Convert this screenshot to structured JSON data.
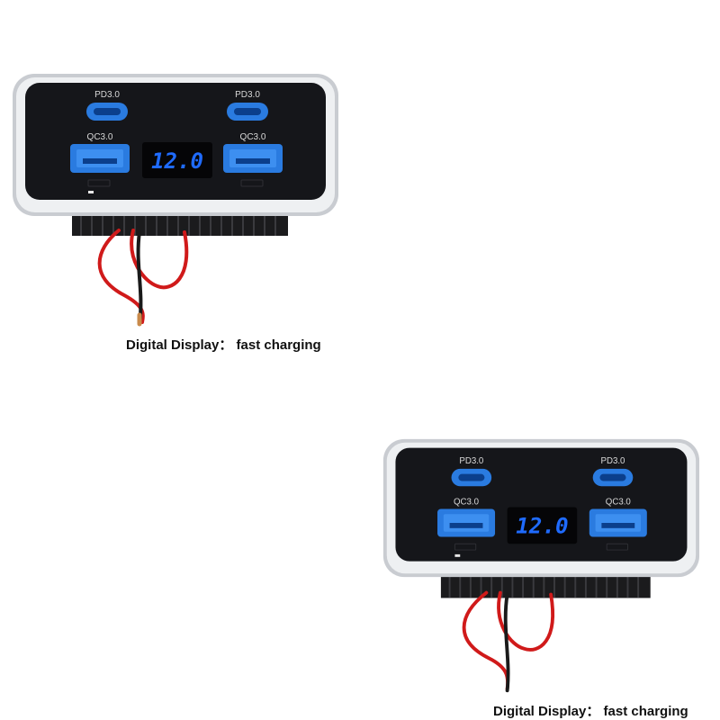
{
  "products": [
    {
      "pd_left": "PD3.0",
      "pd_right": "PD3.0",
      "qc_left": "QC3.0",
      "qc_right": "QC3.0",
      "display": "12.0",
      "caption": "Digital Display：  fast charging"
    },
    {
      "pd_left": "PD3.0",
      "pd_right": "PD3.0",
      "qc_left": "QC3.0",
      "qc_right": "QC3.0",
      "display": "12.0",
      "caption": "Digital Display：  fast charging"
    }
  ],
  "colors": {
    "port_blue": "#2a7be0",
    "display_blue": "#1f6bff",
    "panel": "#15161a",
    "chrome": "#c9ccd1",
    "wire_red": "#d01a1a",
    "wire_black": "#1a1a1a"
  }
}
